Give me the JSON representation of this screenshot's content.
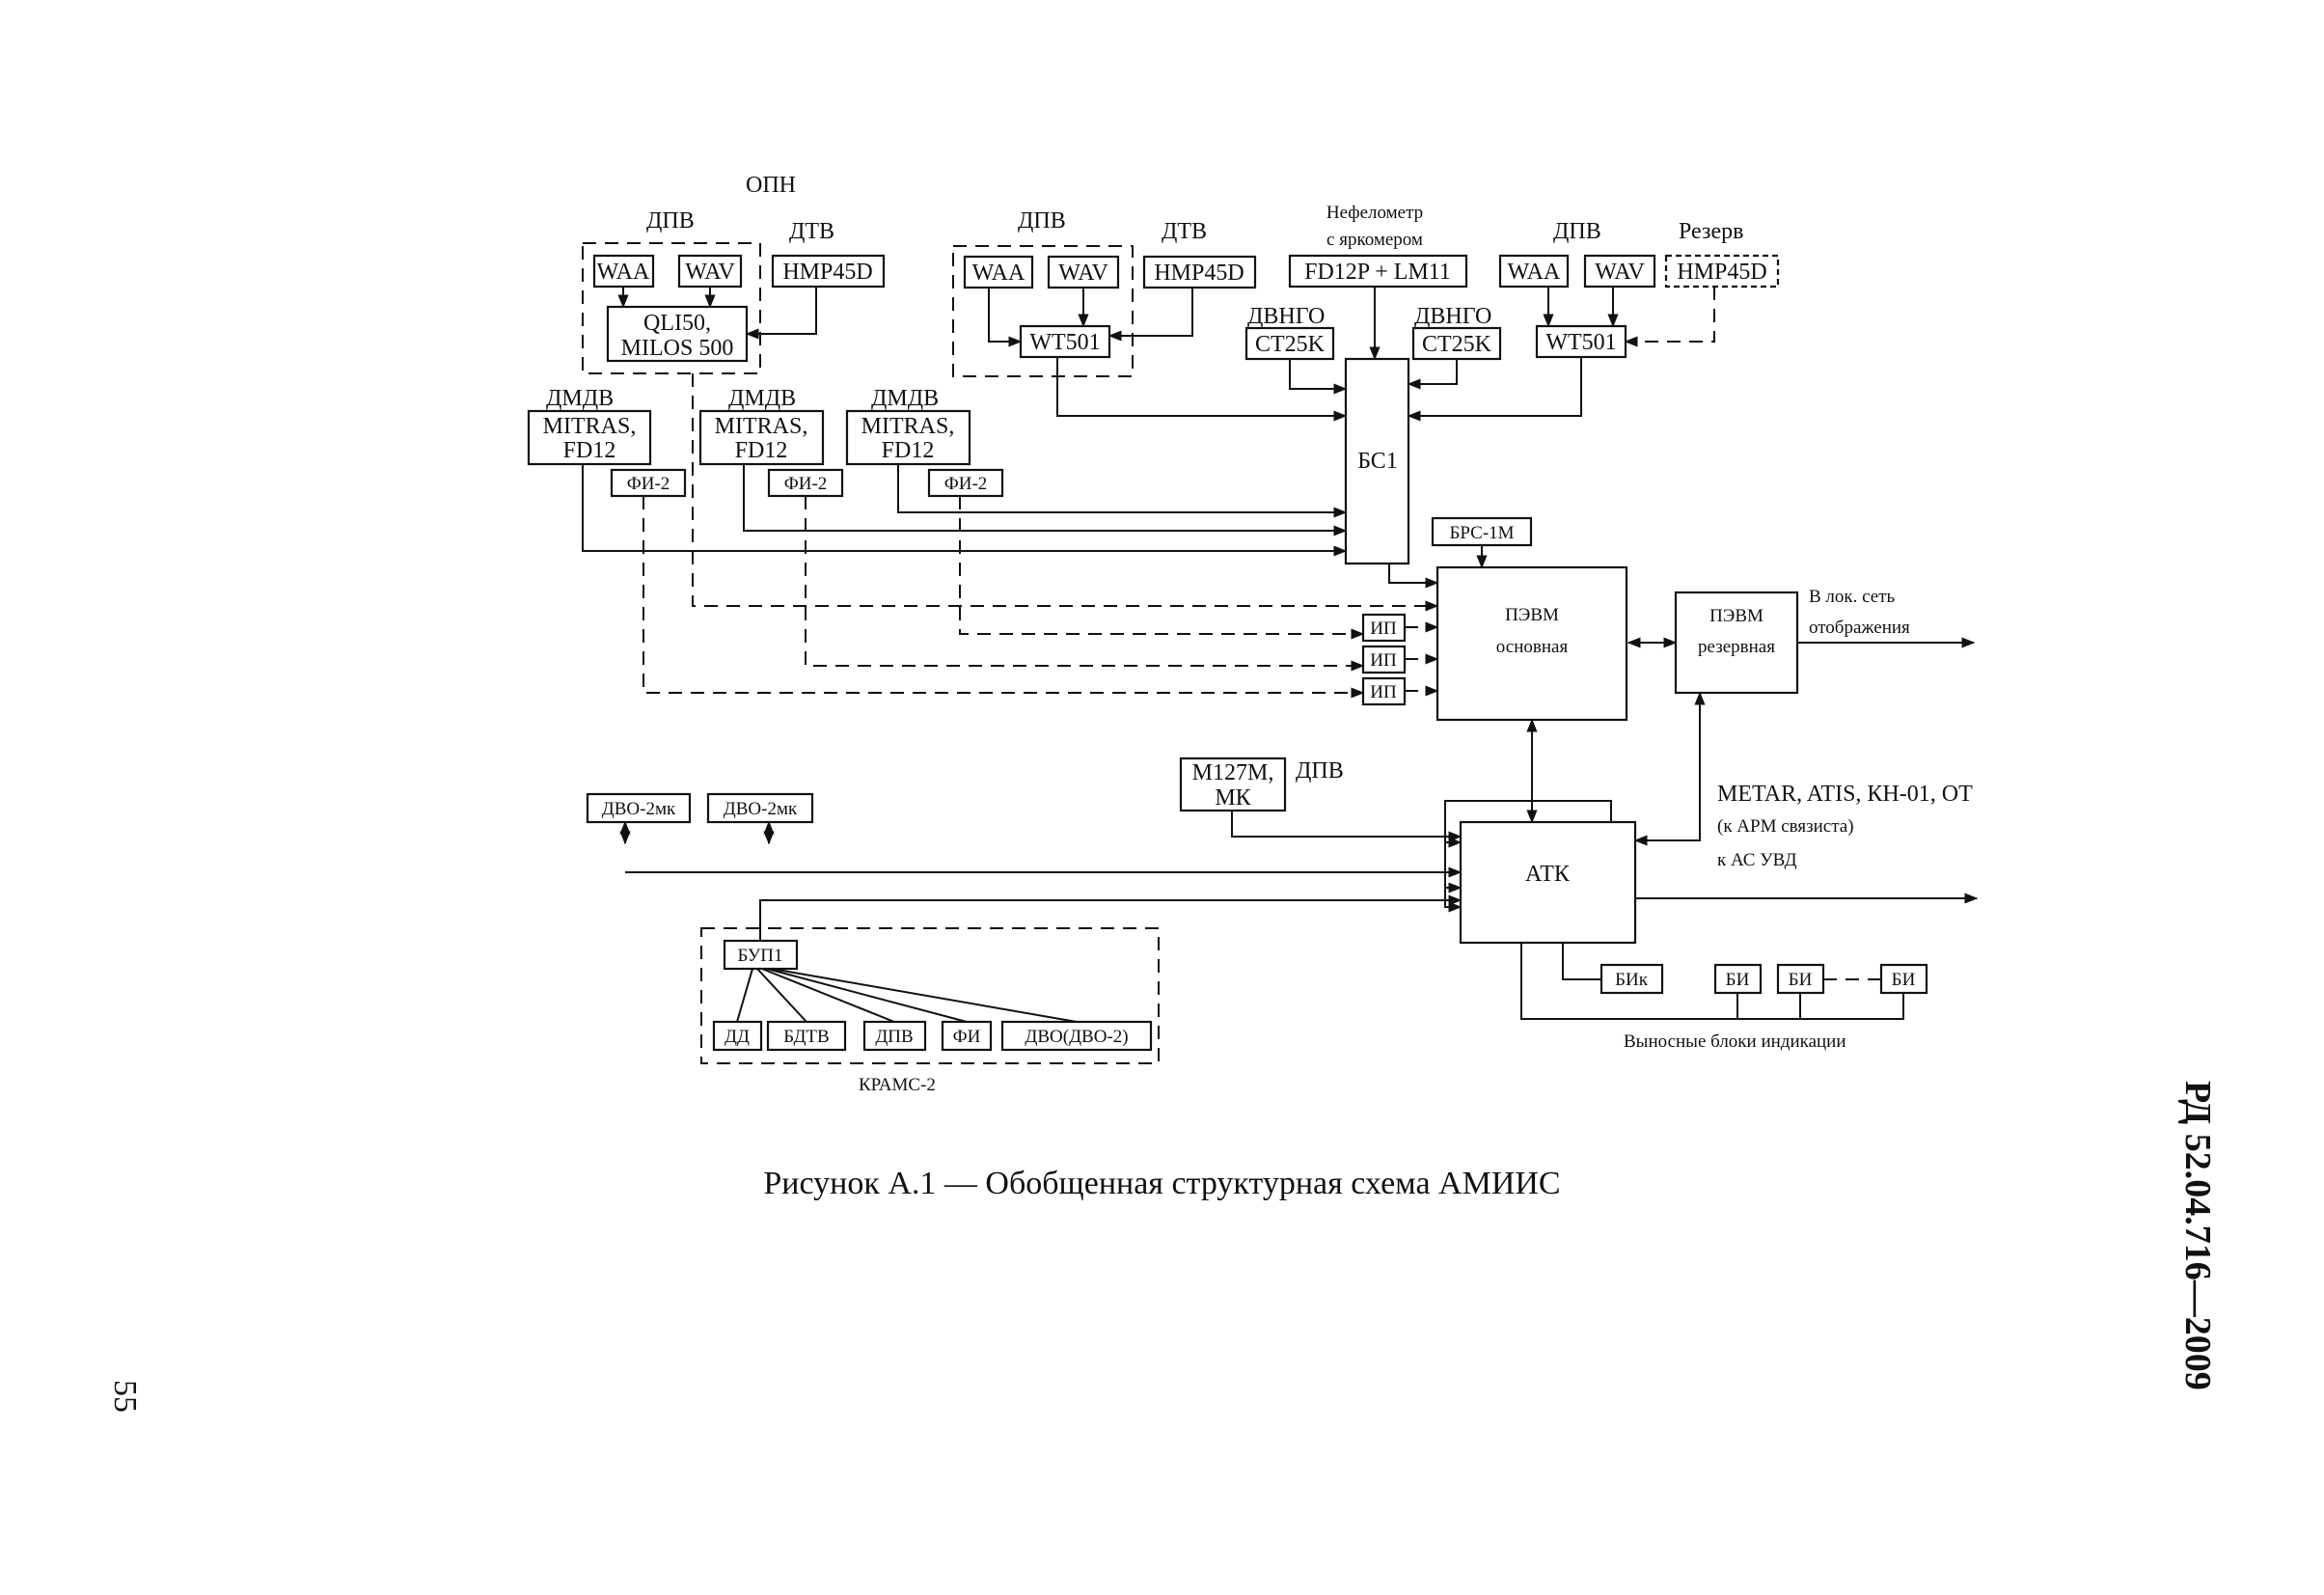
{
  "labels": {
    "opn": "ОПН",
    "dpv": "ДПВ",
    "dtv": "ДТВ",
    "nefelometr": "Нефелометр",
    "s_yarkomerom": "с яркомером",
    "dpv2": "ДПВ",
    "rezerv": "Резерв",
    "dvngo": "ДВНГО",
    "dmdv": "ДМДВ",
    "dpv_m127": "ДПВ",
    "v_lok_set": "В лок. сеть",
    "otobrazheniya": "отображения",
    "metar": "METAR, ATIS, КН-01, ОТ",
    "k_arm": "(к АРМ связиста)",
    "k_as_uvd": "к АС УВД",
    "vynosnye": "Выносные блоки индикации",
    "krams": "КРАМС-2"
  },
  "blocks": {
    "waa": "WAA",
    "wav": "WAV",
    "hmp45d": "HMP45D",
    "ql150_line1": "QLI50,",
    "ql150_line2": "MILOS 500",
    "wt501": "WT501",
    "fd12p": "FD12P + LM11",
    "ct25k": "CT25K",
    "mitras_line1": "MITRAS,",
    "mitras_line2": "FD12",
    "fi2": "ФИ-2",
    "bs1": "БС1",
    "brs": "БРС-1М",
    "ip": "ИП",
    "pevm_main_1": "ПЭВМ",
    "pevm_main_2": "основная",
    "pevm_res_1": "ПЭВМ",
    "pevm_res_2": "резервная",
    "m127_line1": "М127М,",
    "m127_line2": "МК",
    "dvo2mk": "ДВО-2мк",
    "atk": "АТК",
    "bup1": "БУП1",
    "dd": "ДД",
    "bdtv": "БДТВ",
    "dpv_box": "ДПВ",
    "fi": "ФИ",
    "dvo": "ДВО(ДВО-2)",
    "bik": "БИк",
    "bi": "БИ"
  },
  "caption": "Рисунок А.1 — Обобщенная структурная схема АМИИС",
  "document_code": "РД 52.04.716—2009",
  "page_number": "55"
}
